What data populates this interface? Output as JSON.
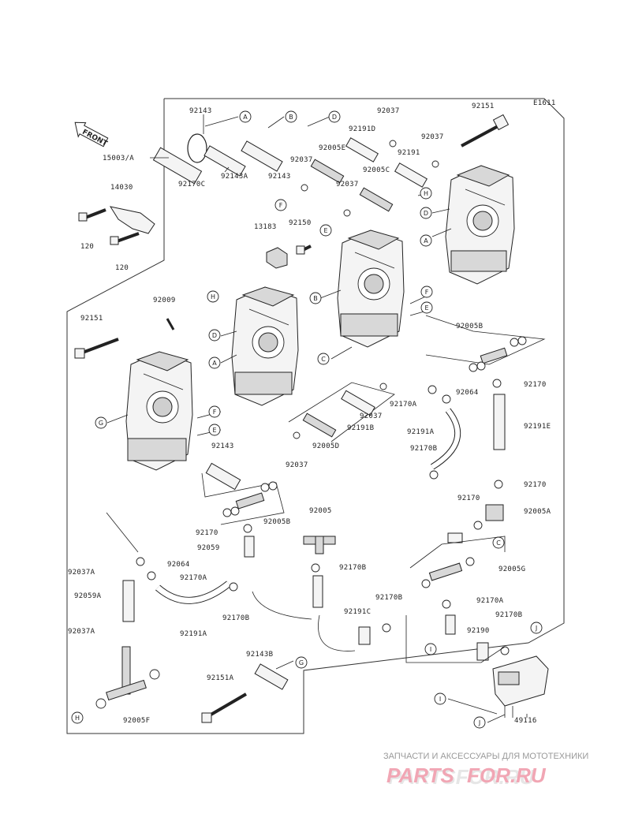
{
  "diagram_code": "E1611",
  "front_label": "FRONT",
  "parts": {
    "p92143_top": "92143",
    "p15003A": "15003/A",
    "p92170C": "92170C",
    "p92143A": "92143A",
    "p92143_b": "92143",
    "p92191D": "92191D",
    "p92037_a": "92037",
    "p92005E": "92005E",
    "p92037_b": "92037",
    "p92191": "92191",
    "p92037_c": "92037",
    "p92005C": "92005C",
    "p92037_d": "92037",
    "p92151_top": "92151",
    "p14030": "14030",
    "p120_a": "120",
    "p120_b": "120",
    "p13183": "13183",
    "p92150": "92150",
    "p92009": "92009",
    "p92151_left": "92151",
    "p92005B": "92005B",
    "p92064_a": "92064",
    "p92170A_a": "92170A",
    "p92037_e": "92037",
    "p92191B": "92191B",
    "p92005D": "92005D",
    "p92037_f": "92037",
    "p92191A_a": "92191A",
    "p92170B_a": "92170B",
    "p92170_a": "92170",
    "p92191E": "92191E",
    "p92170_b": "92170",
    "p92143_c": "92143",
    "p92005B_b": "92005B",
    "p92170_c": "92170",
    "p92005A": "92005A",
    "p92005": "92005",
    "p92170_d": "92170",
    "p92059": "92059",
    "p92064_b": "92064",
    "p92170B_b": "92170B",
    "p92005G": "92005G",
    "p92037A_a": "92037A",
    "p92170A_b": "92170A",
    "p92059A": "92059A",
    "p92170B_c": "92170B",
    "p92170B_d": "92170B",
    "p92170A_c": "92170A",
    "p92191C": "92191C",
    "p92170B_e": "92170B",
    "p92191A_b": "92191A",
    "p92037A_b": "92037A",
    "p92190": "92190",
    "p92143B": "92143B",
    "p92151A": "92151A",
    "p49116": "49116",
    "p92005F": "92005F"
  },
  "callouts": {
    "A": "A",
    "B": "B",
    "C": "C",
    "D": "D",
    "E": "E",
    "F": "F",
    "G": "G",
    "H": "H",
    "I": "I",
    "J": "J"
  },
  "watermark": {
    "tagline": "ЗАПЧАСТИ И АКСЕССУАРЫ ДЛЯ МОТОТЕХНИКИ",
    "brand_part1": "PARTS",
    "brand_part2": "FOR.RU",
    "brand_color": "#f1a6b4"
  }
}
